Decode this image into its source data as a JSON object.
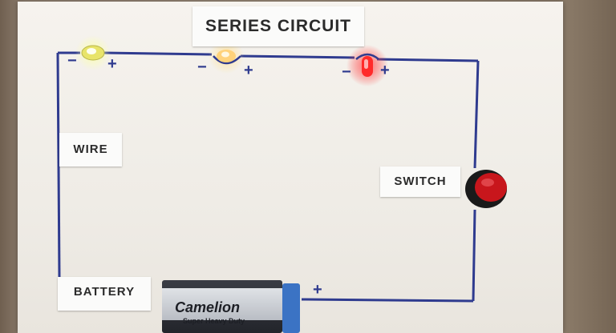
{
  "title": "SERIES CIRCUIT",
  "labels": {
    "wire": "WIRE",
    "switch": "SWITCH",
    "battery": "BATTERY"
  },
  "battery": {
    "brand": "Camelion",
    "subtitle": "Super Heavy Duty"
  },
  "polarity": {
    "minus": "−",
    "plus": "+"
  },
  "colors": {
    "wire": "#2f3b8f",
    "led_yellow": "#e8e46a",
    "led_orange": "#ffd27a",
    "led_red": "#ff2a2a",
    "switch_button": "#c8161c",
    "battery_clip": "#3b73c4"
  }
}
